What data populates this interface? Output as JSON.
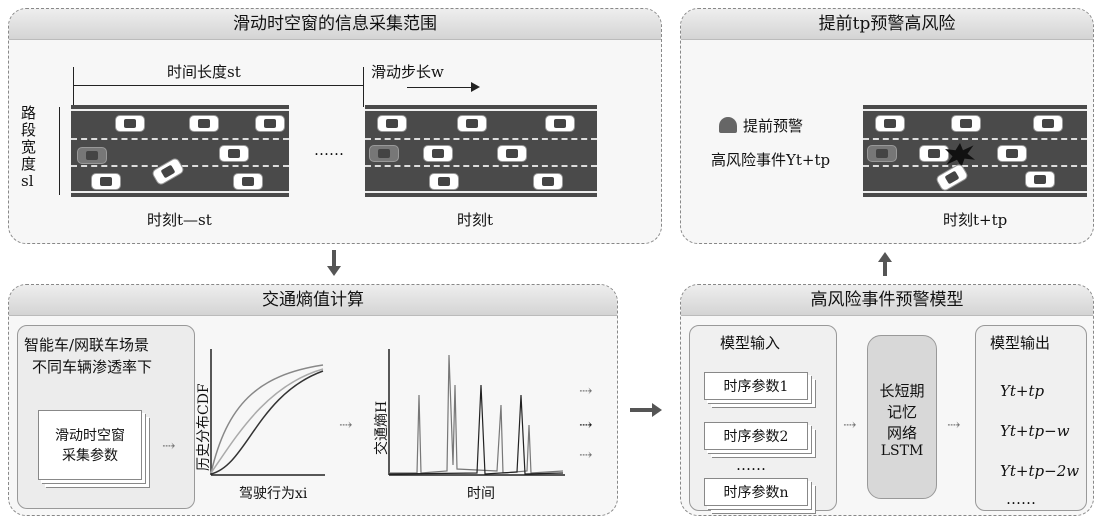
{
  "panels": {
    "top_left_title": "滑动时空窗的信息采集范围",
    "top_right_title": "提前tp预警高风险",
    "bottom_left_title": "交通熵值计算",
    "bottom_right_title": "高风险事件预警模型"
  },
  "top_left": {
    "time_length": "时间长度st",
    "slide_step": "滑动步长w",
    "road_width": "路段宽度sl",
    "moment_a": "时刻t—st",
    "moment_b": "时刻t",
    "ellipsis": "……"
  },
  "top_right": {
    "warn_line1": "提前预警",
    "warn_line2": "高风险事件Yt+tp",
    "moment": "时刻t+tp"
  },
  "bottom_left": {
    "scenario_line1": "智能车/网联车场景",
    "scenario_line2": "不同车辆渗透率下",
    "window_line1": "滑动时空窗",
    "window_line2": "采集参数",
    "cdf_ylabel": "历史分布CDF",
    "cdf_xlabel": "驾驶行为xi",
    "entropy_ylabel": "交通熵H",
    "entropy_xlabel": "时间"
  },
  "bottom_right": {
    "input_title": "模型输入",
    "output_title": "模型输出",
    "seq1": "时序参数1",
    "seq2": "时序参数2",
    "seq_ellipsis": "……",
    "seqn": "时序参数n",
    "lstm_line1": "长短期",
    "lstm_line2": "记忆",
    "lstm_line3": "网络",
    "lstm_line4": "LSTM",
    "out1": "Yt+tp",
    "out2": "Yt+tp−w",
    "out3": "Yt+tp−2w",
    "out_ellipsis": "……"
  }
}
